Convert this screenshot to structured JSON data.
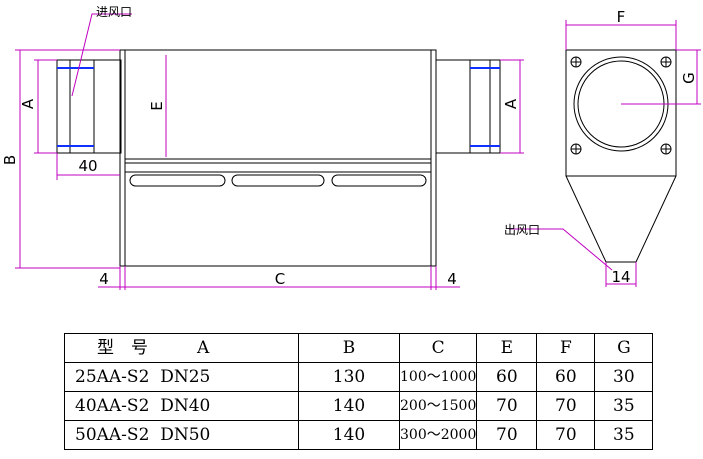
{
  "labels": {
    "inlet": "进风口",
    "outlet": "出风口",
    "dim_a_left": "A",
    "dim_a_right": "A",
    "dim_b": "B",
    "dim_c": "C",
    "dim_e": "E",
    "dim_f": "F",
    "dim_g": "G",
    "dim_40": "40",
    "dim_4_left": "4",
    "dim_4_right": "4",
    "dim_14": "14"
  },
  "table": {
    "headers": [
      "型　号",
      "A",
      "B",
      "C",
      "E",
      "F",
      "G"
    ],
    "rows": [
      [
        "25AA-S2",
        "DN25",
        "130",
        "100～1000",
        "60",
        "60",
        "30"
      ],
      [
        "40AA-S2",
        "DN40",
        "140",
        "200～1500",
        "70",
        "70",
        "35"
      ],
      [
        "50AA-S2",
        "DN50",
        "140",
        "300～2000",
        "70",
        "70",
        "35"
      ]
    ]
  },
  "colors": {
    "line": "#000000",
    "dimension": "#c000c0",
    "accent": "#1030ff"
  }
}
